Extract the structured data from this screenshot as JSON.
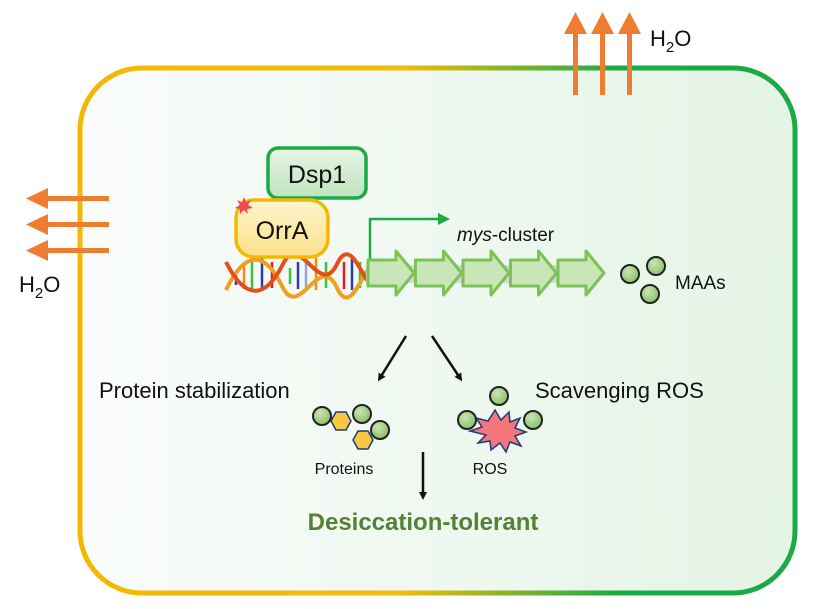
{
  "title": "OrrA-regulated mys-cluster desiccation tolerance model",
  "proteins": {
    "regulator": "OrrA",
    "partner": "Dsp1"
  },
  "gene_cluster": {
    "label_italic": "mys",
    "label_rest": "-cluster",
    "gene_count": 5
  },
  "product": "MAAs",
  "water_top": {
    "h": "H",
    "sub": "2",
    "o": "O"
  },
  "water_left": {
    "h": "H",
    "sub": "2",
    "o": "O"
  },
  "outcomes": {
    "left_label": "Protein stabilization",
    "left_target": "Proteins",
    "right_label": "Scavenging ROS",
    "right_target": "ROS",
    "result": "Desiccation-tolerant"
  },
  "colors": {
    "membrane_left": "#f5b800",
    "membrane_right": "#1aab45",
    "water_arrow": "#ef7d31",
    "gene_fill": "#c5e3b0",
    "gene_stroke": "#7cc257",
    "maa_fill": "#9ccc7c",
    "result_text": "#548235",
    "ros_fill": "#f4767a",
    "hex_fill": "#f7c842"
  }
}
